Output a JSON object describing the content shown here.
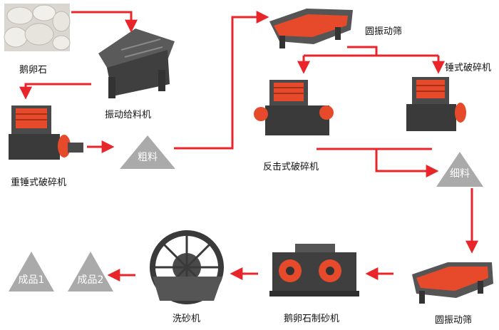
{
  "labels": {
    "pebbles": "鹅卵石",
    "vibrating_feeder": "振动给料机",
    "heavy_hammer_crusher": "重锤式破碎机",
    "coarse_material": "粗料",
    "circular_screen_top": "圆振动筛",
    "hammer_crusher": "锤式破碎机",
    "impact_crusher": "反击式破碎机",
    "fine_material": "细料",
    "circular_screen_bottom": "圆振动筛",
    "pebble_sand_maker": "鹅卵石制砂机",
    "sand_washer": "洗砂机",
    "product_1": "成品1",
    "product_2": "成品2"
  },
  "colors": {
    "arrow": "#e8252a",
    "machine_body": "#4a4a4a",
    "machine_accent": "#e64a2a",
    "triangle_fill": "#aaaaaa"
  }
}
